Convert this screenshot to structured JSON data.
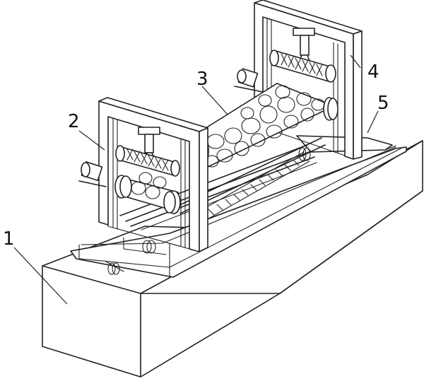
{
  "figure": {
    "callouts": [
      "1",
      "2",
      "3",
      "4",
      "5"
    ]
  }
}
